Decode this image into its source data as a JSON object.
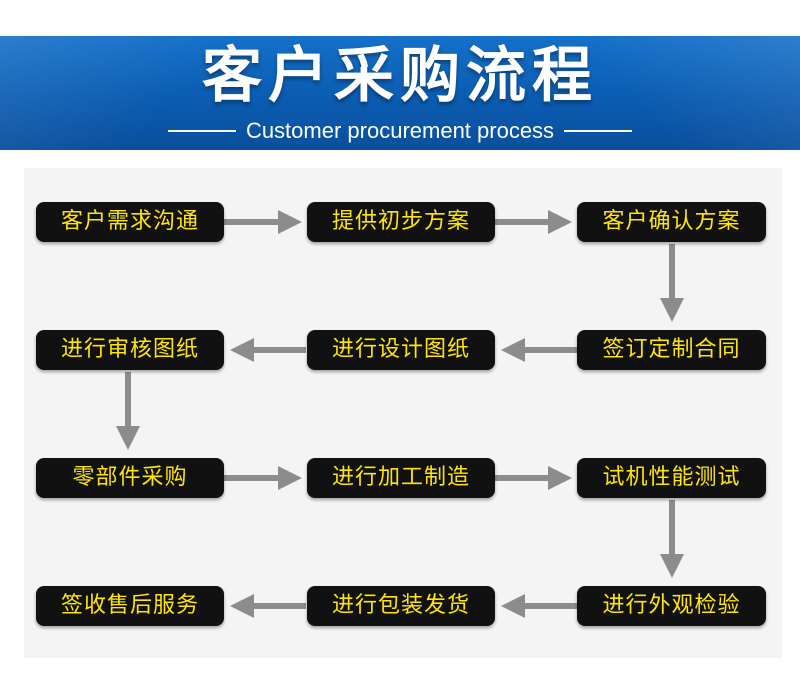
{
  "header": {
    "title": "客户采购流程",
    "subtitle": "Customer procurement process"
  },
  "steps": [
    "客户需求沟通",
    "提供初步方案",
    "客户确认方案",
    "签订定制合同",
    "进行设计图纸",
    "进行审核图纸",
    "零部件采购",
    "进行加工制造",
    "试机性能测试",
    "进行外观检验",
    "进行包装发货",
    "签收售后服务"
  ],
  "colors": {
    "banner": "#0b5cb2",
    "node_bg": "#111111",
    "node_text": "#ffe600",
    "arrow": "#8c8c8c"
  }
}
